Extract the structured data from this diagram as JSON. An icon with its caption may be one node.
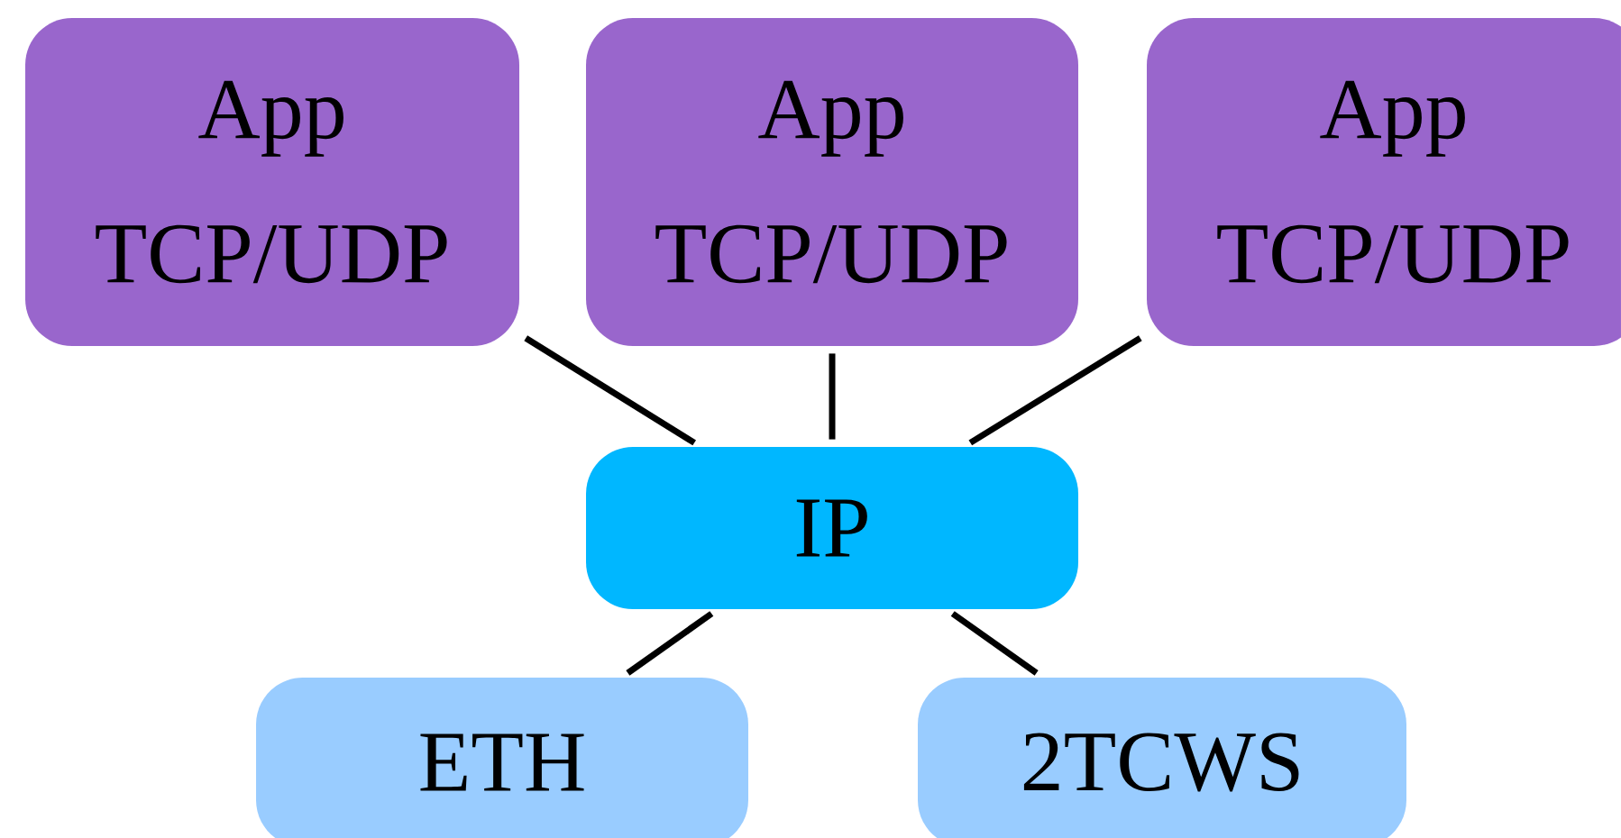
{
  "diagram": {
    "nodes": [
      {
        "text": [
          "App",
          "TCP/UDP"
        ]
      },
      {
        "text": [
          "App",
          "TCP/UDP"
        ]
      },
      {
        "text": [
          "App",
          "TCP/UDP"
        ]
      },
      {
        "text": [
          "IP"
        ]
      },
      {
        "text": [
          "ETH"
        ]
      },
      {
        "text": [
          "2TCWS"
        ]
      }
    ],
    "edges": [
      {
        "from": 0,
        "to": 3,
        "arrow": "none"
      },
      {
        "from": 1,
        "to": 3,
        "arrow": "none"
      },
      {
        "from": 2,
        "to": 3,
        "arrow": "none"
      },
      {
        "from": 3,
        "to": 4,
        "arrow": "none"
      },
      {
        "from": 3,
        "to": 5,
        "arrow": "none"
      }
    ]
  }
}
